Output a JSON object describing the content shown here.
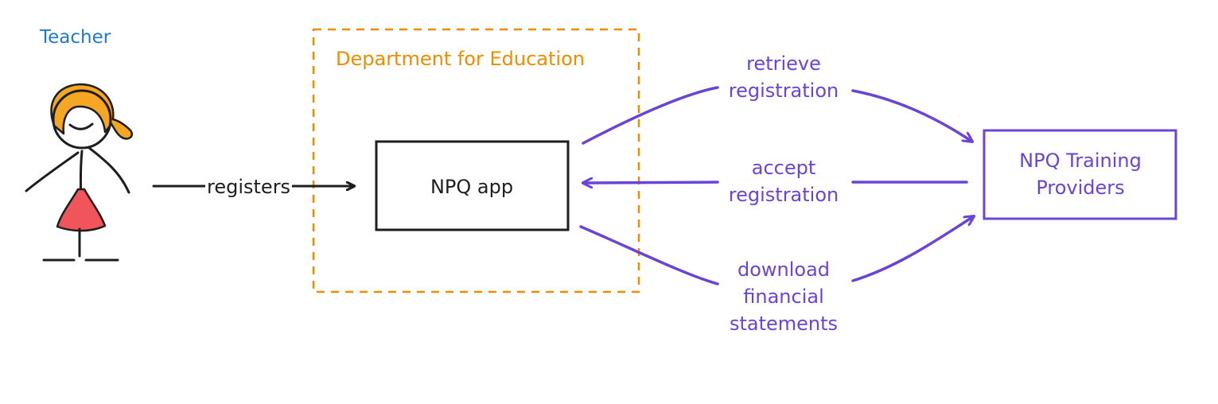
{
  "actors": {
    "teacher": {
      "label": "Teacher",
      "color": "#1f7ac8"
    }
  },
  "boundary": {
    "label": "Department for Education",
    "color": "#f08c00"
  },
  "nodes": {
    "npq_app": {
      "label": "NPQ app"
    },
    "providers": {
      "line1": "NPQ Training",
      "line2": "Providers",
      "color": "#6a44d6"
    }
  },
  "edges": {
    "registers": {
      "label": "registers"
    },
    "retrieve": {
      "line1": "retrieve",
      "line2": "registration"
    },
    "accept": {
      "line1": "accept",
      "line2": "registration"
    },
    "download": {
      "line1": "download",
      "line2": "financial",
      "line3": "statements"
    }
  },
  "colors": {
    "hair": "#f5a623",
    "dress": "#f2545b",
    "ink": "#1e1e1e",
    "purple": "#6a44d6"
  }
}
